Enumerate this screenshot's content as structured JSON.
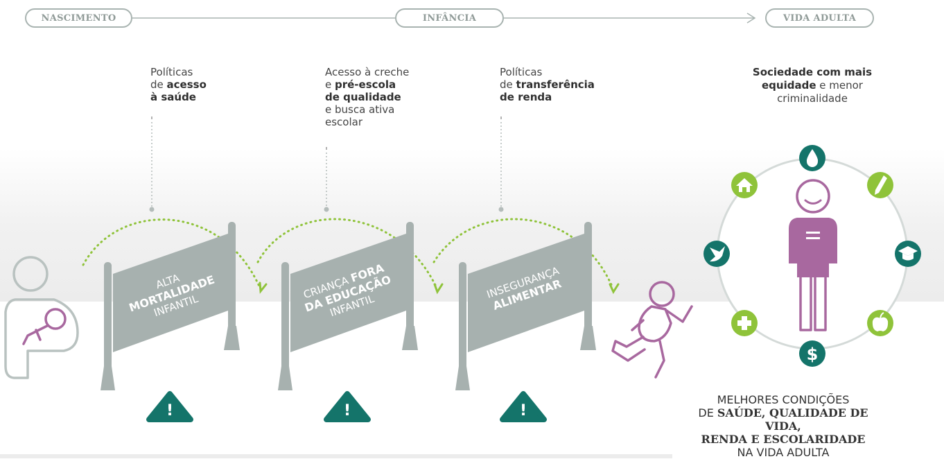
{
  "timeline": {
    "stage_birth": "NASCIMENTO",
    "stage_childhood": "INFÂNCIA",
    "stage_adult": "VIDA ADULTA"
  },
  "policies": [
    {
      "line1": "Políticas",
      "line2_pre": "de ",
      "line2_bold": "acesso",
      "line3_bold": "à saúde"
    },
    {
      "line1": "Acesso à creche",
      "line2_pre": "e ",
      "line2_bold": "pré-escola",
      "line3_bold": "de qualidade",
      "line4": "e busca ativa",
      "line5": "escolar"
    },
    {
      "line1": "Políticas",
      "line2_pre": "de ",
      "line2_bold": "transferência",
      "line3_bold": "de renda"
    }
  ],
  "barriers": [
    {
      "top": "ALTA",
      "bold": "MORTALIDADE",
      "bottom": "INFANTIL"
    },
    {
      "top_pre": "CRIANÇA ",
      "top_bold": "FORA",
      "bold": "DA EDUCAÇÃO",
      "bottom": "INFANTIL"
    },
    {
      "top": "INSEGURANÇA",
      "bold": "ALIMENTAR"
    }
  ],
  "warning_symbol": "!",
  "society": {
    "bold1": "Sociedade com mais",
    "bold2": "equidade",
    "rest2": " e menor",
    "line3": "criminalidade"
  },
  "outcome": {
    "line1": "MELHORES CONDIÇÕES",
    "line2_pre": "DE ",
    "line2_bold": "SAÚDE, QUALIDADE DE VIDA,",
    "line3_bold": "RENDA E ESCOLARIDADE",
    "line4": "NA VIDA ADULTA"
  },
  "icons": [
    "water-drop-icon",
    "pencil-icon",
    "graduation-cap-icon",
    "apple-icon",
    "dollar-icon",
    "health-cross-icon",
    "dove-icon",
    "house-icon",
    "warning-icon",
    "adult-person-icon",
    "baby-icon",
    "running-child-icon",
    "mother-holding-baby-icon"
  ],
  "dollar_symbol": "$",
  "colors": {
    "accent_green": "#8fc33a",
    "teal": "#14746a",
    "barrier_gray": "#a7b1af",
    "purple": "#a8689f",
    "light_gray": "#b9c2c0",
    "band_gray": "#efefef"
  }
}
